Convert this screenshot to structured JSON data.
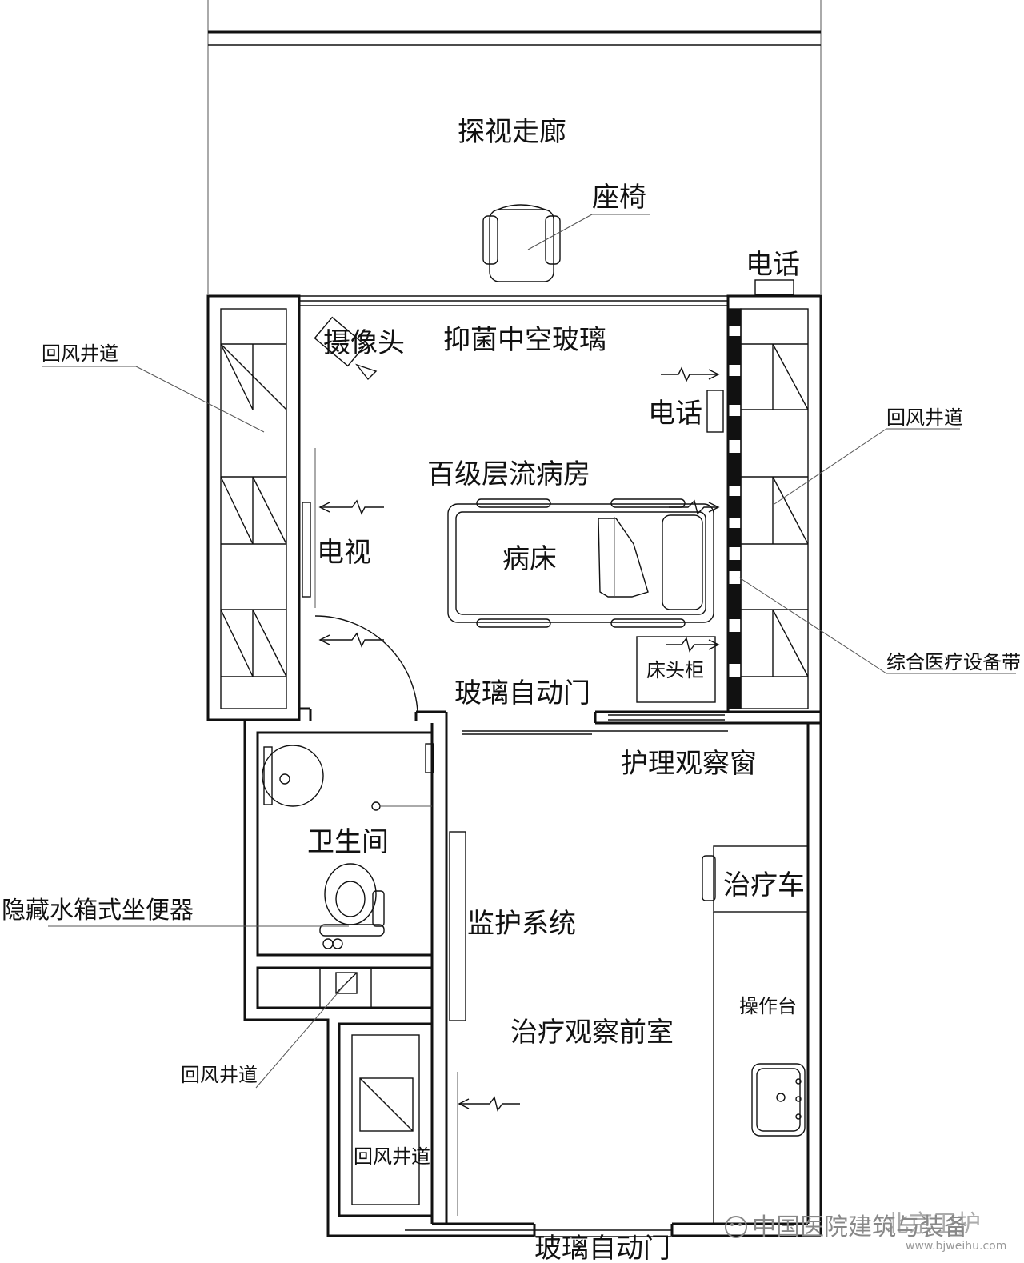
{
  "labels": {
    "visiting_corridor": "探视走廊",
    "seat": "座椅",
    "phone_outside": "电话",
    "camera": "摄像头",
    "antibacterial_glass": "抑菌中空玻璃",
    "return_air_shaft_left": "回风井道",
    "return_air_shaft_right": "回风井道",
    "return_air_shaft_middle": "回风井道",
    "return_air_shaft_bottom": "回风井道",
    "phone_inside": "电话",
    "laminar_ward": "百级层流病房",
    "tv": "电视",
    "bed": "病床",
    "bedside_cabinet": "床头柜",
    "medical_belt": "综合医疗设备带",
    "glass_auto_door_top": "玻璃自动门",
    "nursing_window": "护理观察窗",
    "bathroom": "卫生间",
    "toilet": "隐藏水箱式坐便器",
    "monitor_system": "监护系统",
    "treatment_cart": "治疗车",
    "workbench": "操作台",
    "anteroom": "治疗观察前室",
    "glass_auto_door_bottom": "玻璃自动门"
  },
  "watermark": {
    "text": "中国医院建筑与装备",
    "overlay": "北京卫护",
    "url": "www.bjweihu.com"
  }
}
